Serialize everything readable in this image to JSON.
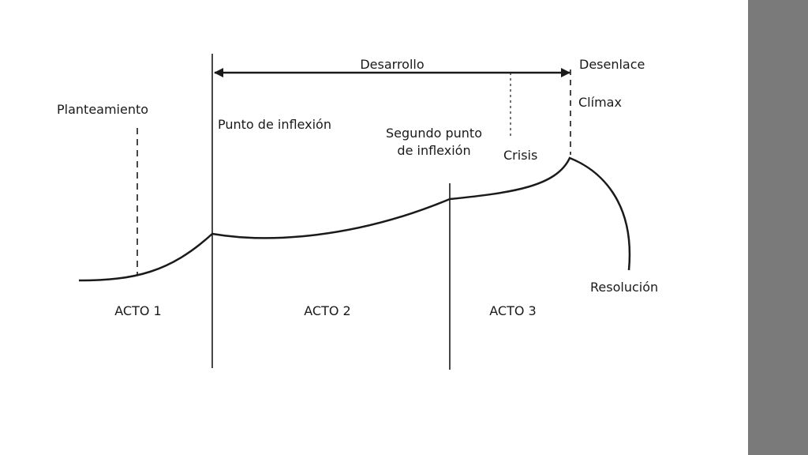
{
  "labels": {
    "desarrollo": "Desarrollo",
    "desenlace": "Desenlace",
    "planteamiento": "Planteamiento",
    "punto_inflexion": "Punto de inflexión",
    "segundo_punto_line1": "Segundo punto",
    "segundo_punto_line2": "de inflexión",
    "climax": "Clímax",
    "crisis": "Crisis",
    "resolucion": "Resolución",
    "acto1": "ACTO 1",
    "acto2": "ACTO 2",
    "acto3": "ACTO 3"
  },
  "colors": {
    "ink": "#1a1a1a",
    "side_bar": "#7a7a7a",
    "background": "#ffffff"
  }
}
